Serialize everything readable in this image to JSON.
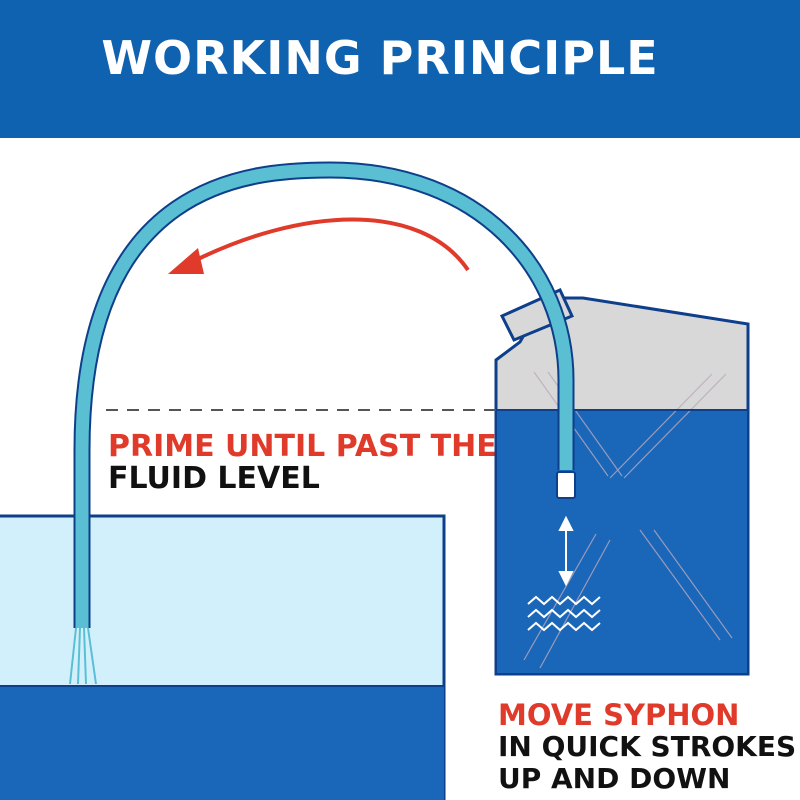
{
  "header": {
    "title": "WORKING PRINCIPLE"
  },
  "labels": {
    "prime_red": "PRIME UNTIL PAST THE",
    "prime_black": "FLUID LEVEL",
    "move_red": "MOVE SYPHON",
    "move_black_1": "IN QUICK STROKES",
    "move_black_2": "UP AND DOWN"
  },
  "colors": {
    "header_blue": "#0f62b0",
    "fluid_blue": "#1a66b8",
    "light_blue": "#d2f0fb",
    "tube": "#5bbfd4",
    "arrow_red": "#e03a2a",
    "container_grey": "#d8d8d8",
    "outline": "#0e3f8a"
  }
}
